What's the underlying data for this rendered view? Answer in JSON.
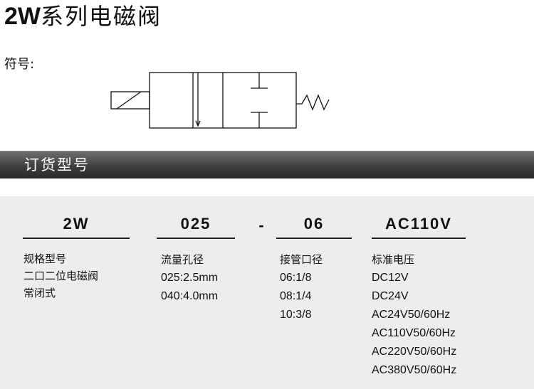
{
  "title": {
    "model": "2W",
    "name": "系列电磁阀"
  },
  "symbol_label": "符号:",
  "order_bar": {
    "title": "订货型号"
  },
  "order_codes": [
    {
      "code": "2W"
    },
    {
      "code": "025"
    },
    {
      "separator": "-"
    },
    {
      "code": "06"
    },
    {
      "code": "AC110V"
    }
  ],
  "columns": [
    {
      "heading": "规格型号",
      "items": [
        "二口二位电磁阀",
        "常闭式"
      ]
    },
    {
      "heading": "流量孔径",
      "items": [
        "025:2.5mm",
        "040:4.0mm"
      ]
    },
    {
      "heading": "接管口径",
      "items": [
        "06:1/8",
        "08:1/4",
        "10:3/8"
      ]
    },
    {
      "heading": "标准电压",
      "items": [
        "DC12V",
        "DC24V",
        "AC24V50/60Hz",
        "AC110V50/60Hz",
        "AC220V50/60Hz",
        "AC380V50/60Hz"
      ]
    }
  ],
  "colors": {
    "bar": "#3f3f3f",
    "panel": "#ededed",
    "text": "#111111"
  }
}
